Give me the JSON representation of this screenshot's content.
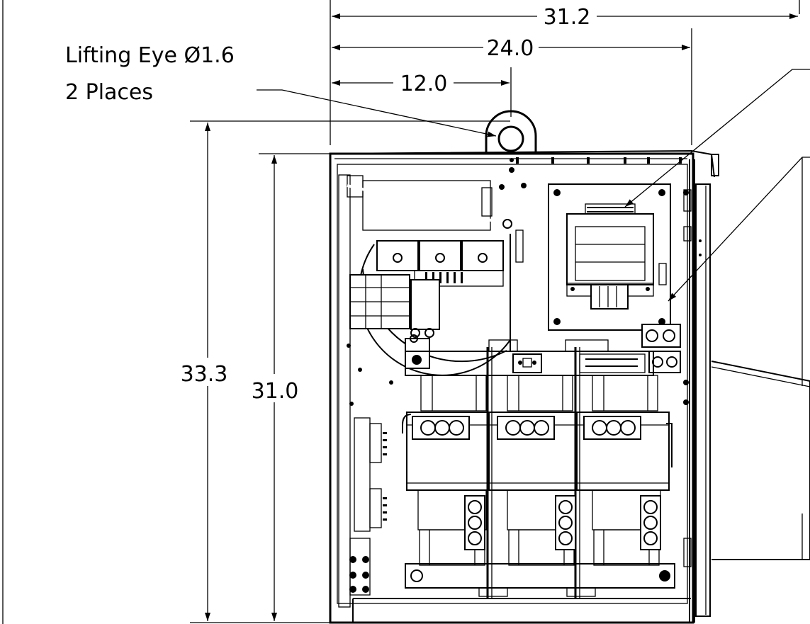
{
  "labels": {
    "lifting_eye_line1": "Lifting Eye Ø1.6",
    "lifting_eye_line2": "2 Places"
  },
  "dimensions": {
    "overall_width": "31.2",
    "eye_spacing": "24.0",
    "eye_center": "12.0",
    "overall_height": "33.3",
    "enclosure_height": "31.0"
  }
}
